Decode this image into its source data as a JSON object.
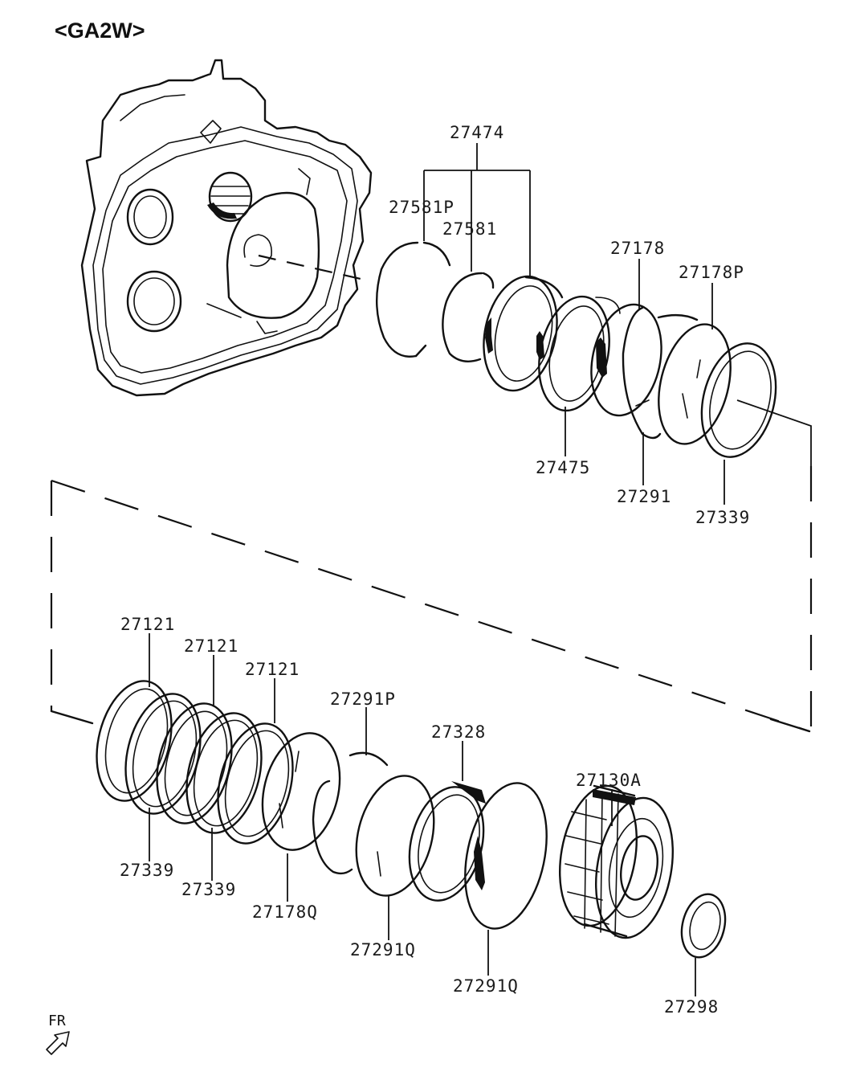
{
  "title": "<GA2W>",
  "direction_label": "FR",
  "parts": {
    "p27474": "27474",
    "p27581P": "27581P",
    "p27581": "27581",
    "p27178": "27178",
    "p27178P": "27178P",
    "p27475": "27475",
    "p27291": "27291",
    "p27339_top": "27339",
    "p27121_a": "27121",
    "p27121_b": "27121",
    "p27121_c": "27121",
    "p27291P": "27291P",
    "p27328": "27328",
    "p27130A": "27130A",
    "p27339_a": "27339",
    "p27339_b": "27339",
    "p27178Q": "27178Q",
    "p27291Q_a": "27291Q",
    "p27291Q_b": "27291Q",
    "p27298": "27298"
  }
}
